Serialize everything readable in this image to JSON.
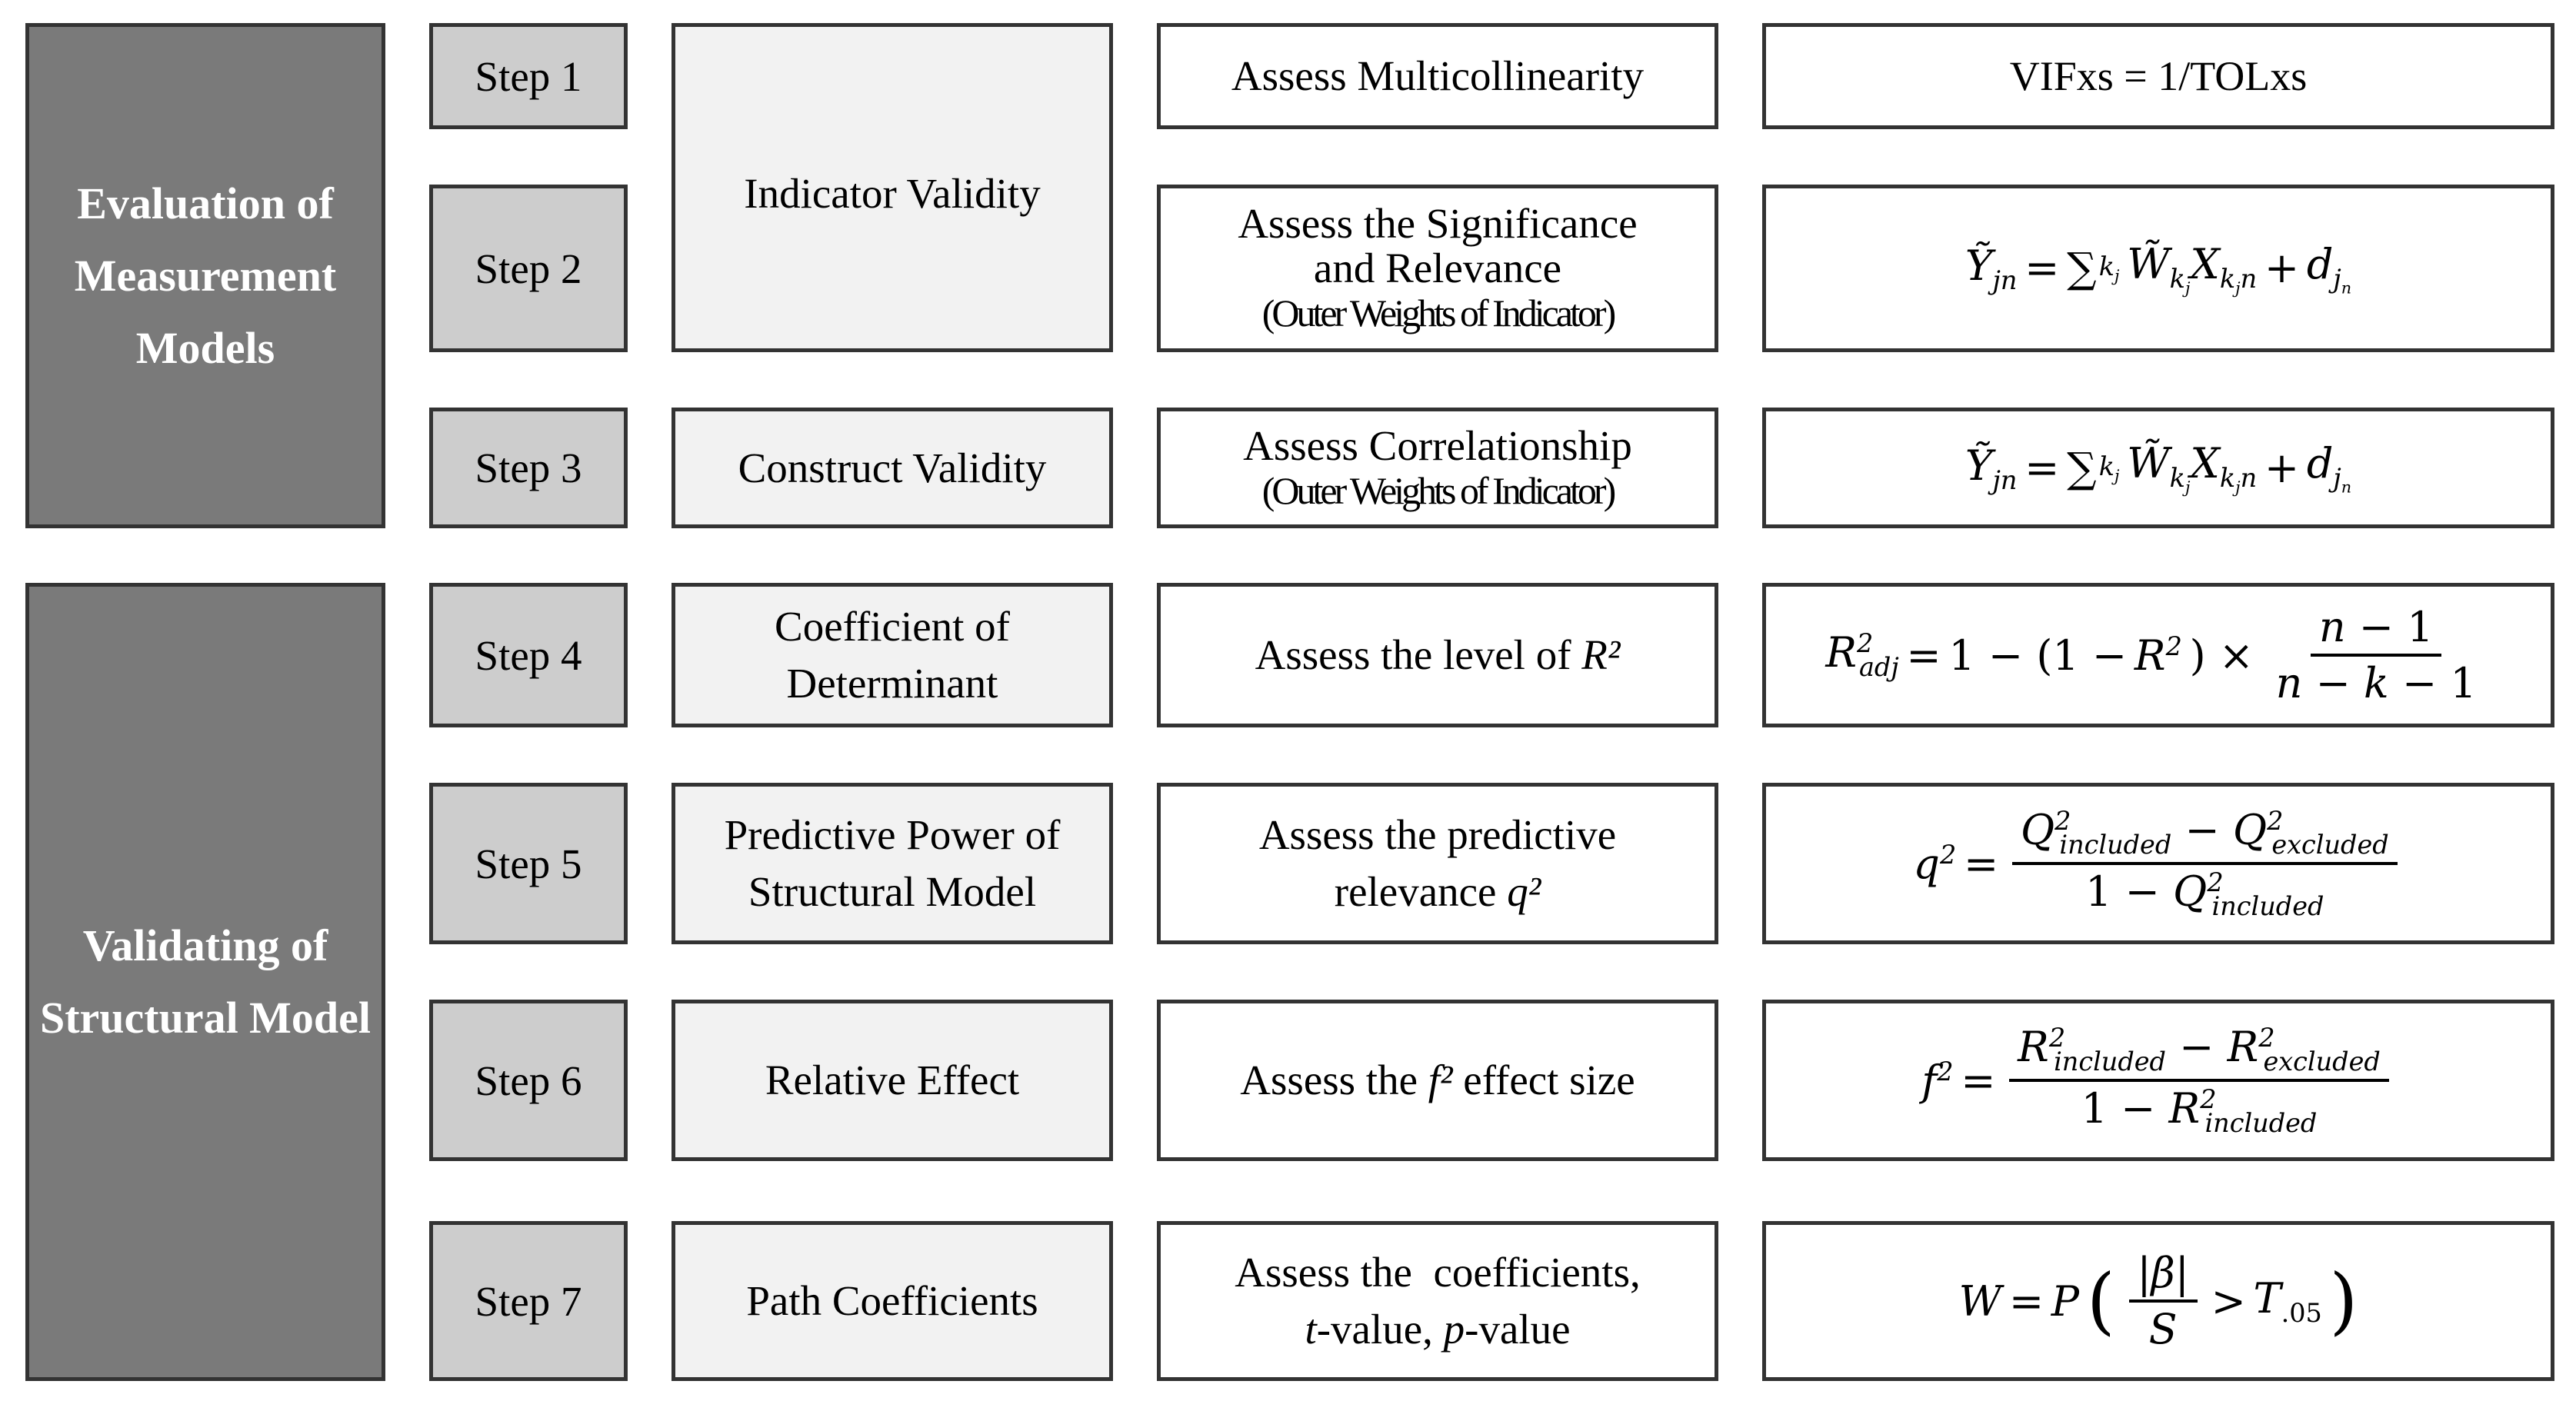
{
  "stages": [
    {
      "label": "Evaluation of Measurement Models"
    },
    {
      "label": "Validating of Structural Model"
    }
  ],
  "steps": [
    "Step 1",
    "Step 2",
    "Step 3",
    "Step 4",
    "Step 5",
    "Step 6",
    "Step 7"
  ],
  "aspects": [
    "Indicator Validity",
    "Construct Validity",
    "Coefficient of Determinant",
    "Predictive Power of Structural Model",
    "Relative Effect",
    "Path Coefficients"
  ],
  "tasks": {
    "s1": "Assess Multicollinearity",
    "s2_line1": "Assess the Significance",
    "s2_line2": "and Relevance",
    "s2_sub": "(Outer Weights of Indicator)",
    "s3_line1": "Assess Correlationship",
    "s3_sub": "(Outer Weights of Indicator)",
    "s4_prefix": "Assess the level of",
    "s4_symbol": "R²",
    "s5_line1": "Assess the predictive",
    "s5_line2": "relevance",
    "s5_symbol": "q²",
    "s6_prefix": "Assess the",
    "s6_symbol": "f²",
    "s6_suffix": "effect size",
    "s7_line1": "Assess the  coefficients,",
    "s7_t": "t",
    "s7_tval": "-value,",
    "s7_p": "p",
    "s7_pval": "-value"
  },
  "formulas": {
    "f1": "VIFxs = 1/TOLxs",
    "f2": "Ỹjn = ∑kj W̃kj Xkjn + djn",
    "f3": "Ỹjn = ∑kj W̃kj Xkjn + djn",
    "f4": "R²adj = 1 − (1 − R²) × (n − 1)/(n − k − 1)",
    "f5": "q² = (Q²included − Q²excluded)/(1 − Q²included)",
    "f6": "f² = (R²included − R²excluded)/(1 − R²included)",
    "f7": "W = P(|β|/S > T.05)"
  }
}
